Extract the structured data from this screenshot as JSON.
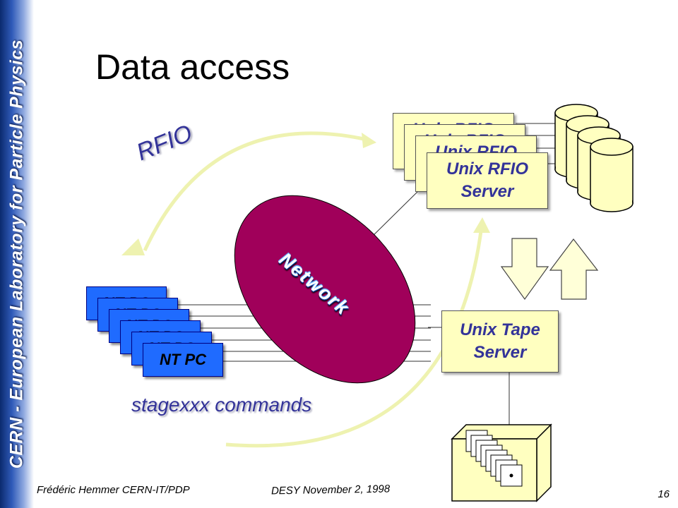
{
  "sidebar": {
    "text": "CERN - European Laboratory for Particle Physics"
  },
  "slide": {
    "title": "Data access"
  },
  "diagram": {
    "network_label": "Network",
    "rfio_label": "RFIO",
    "stage_label": "stagexxx commands",
    "pc_label": "NT PC",
    "rfio_server_label": "Unix RFIO\nServer",
    "tape_server_label": "Unix Tape\nServer",
    "colors": {
      "network": "#a0005a",
      "pc": "#1f6bff",
      "server": "#ffffc0",
      "arrow": "#eef2b0",
      "text_accent": "#333399"
    },
    "icons": [
      "disk-cylinder-icon",
      "tape-library-icon",
      "down-arrow-icon",
      "up-arrow-icon"
    ]
  },
  "footer": {
    "author": "Frédéric Hemmer CERN-IT/PDP",
    "event": "DESY November 2, 1998",
    "page_number": "16"
  }
}
